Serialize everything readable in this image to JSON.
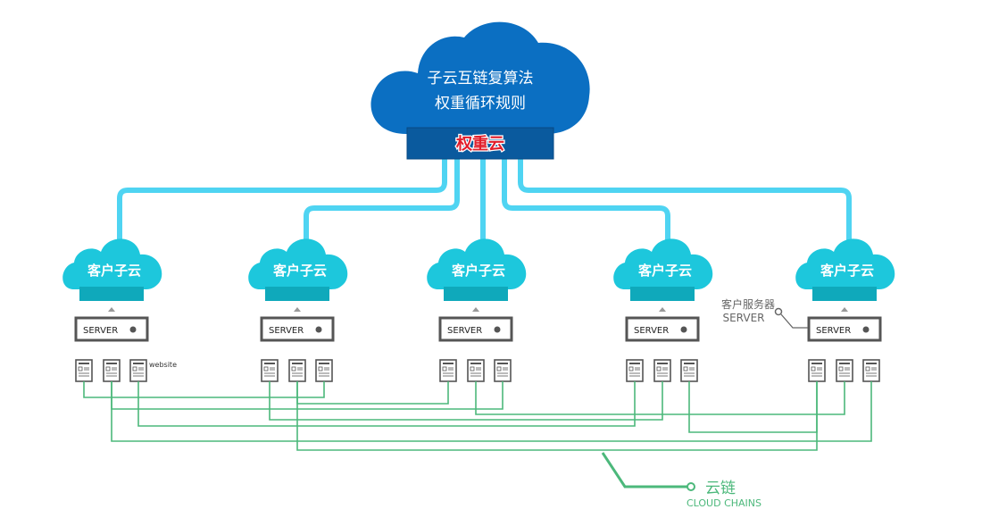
{
  "main_cloud": {
    "line1": "子云互链复算法",
    "line2": "权重循环规则",
    "banner": "权重云"
  },
  "subclouds": [
    {
      "label": "客户子云",
      "server": "SERVER"
    },
    {
      "label": "客户子云",
      "server": "SERVER"
    },
    {
      "label": "客户子云",
      "server": "SERVER"
    },
    {
      "label": "客户子云",
      "server": "SERVER"
    },
    {
      "label": "客户子云",
      "server": "SERVER"
    }
  ],
  "website_label": "website",
  "server_callout": {
    "cn": "客户服务器",
    "en": "SERVER"
  },
  "chains_callout": {
    "cn": "云链",
    "en": "CLOUD CHAINS"
  },
  "colors": {
    "main_cloud": "#0b6fc2",
    "banner": "#0a5a9e",
    "banner_text": "#e11d2a",
    "sub_cloud": "#1dc7dc",
    "sub_base": "#0fa9bb",
    "connector": "#4fd4f2",
    "chain": "#4cb87b",
    "server_border": "#555555"
  }
}
